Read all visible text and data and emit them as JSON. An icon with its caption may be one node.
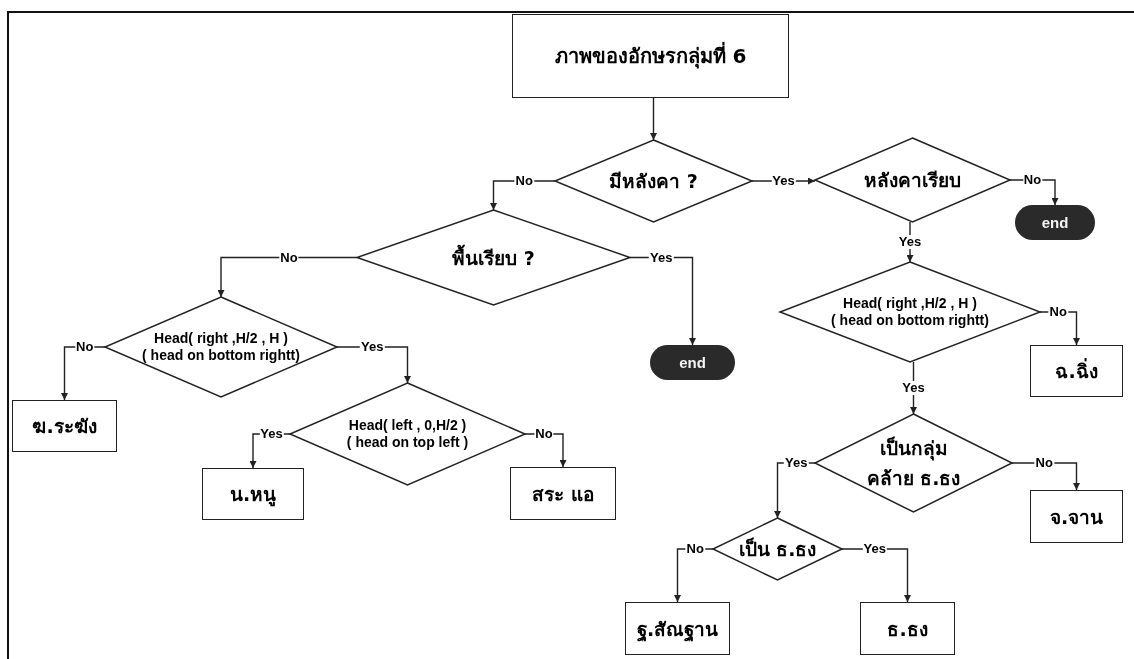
{
  "diagram": {
    "nodes": [
      {
        "text": [
          "ภาพของอักษรกลุ่มที่ 6"
        ]
      },
      {
        "text": [
          "มีหลังคา ?"
        ]
      },
      {
        "text": [
          "หลังคาเรียบ"
        ]
      },
      {
        "text": [
          "end"
        ]
      },
      {
        "text": [
          "พื้นเรียบ ?"
        ]
      },
      {
        "text": [
          "end"
        ]
      },
      {
        "text": [
          "Head( right ,H/2 , H )",
          "( head on bottom rightt)"
        ]
      },
      {
        "text": [
          "ฆ.ระฆัง"
        ]
      },
      {
        "text": [
          "Head( left , 0,H/2 )",
          "( head on top left )"
        ]
      },
      {
        "text": [
          "น.หนู"
        ]
      },
      {
        "text": [
          "สระ แอ"
        ]
      },
      {
        "text": [
          "Head( right ,H/2 , H )",
          "( head on bottom rightt)"
        ]
      },
      {
        "text": [
          "ฉ.ฉิ่ง"
        ]
      },
      {
        "text": [
          "เป็นกลุ่ม คล้าย ธ.ธง"
        ]
      },
      {
        "text": [
          "จ.จาน"
        ]
      },
      {
        "text": [
          "เป็น ธ.ธง"
        ]
      },
      {
        "text": [
          "ฐ.สัณฐาน"
        ]
      },
      {
        "text": [
          "ธ.ธง"
        ]
      }
    ],
    "edges": [
      {
        "from": 0,
        "to": 1,
        "arrow": "to"
      },
      {
        "from": 1,
        "to": 4,
        "arrow": "to",
        "label": "No"
      },
      {
        "from": 1,
        "to": 2,
        "arrow": "to",
        "label": "Yes"
      },
      {
        "from": 2,
        "to": 3,
        "arrow": "to",
        "label": "No"
      },
      {
        "from": 2,
        "to": 11,
        "arrow": "to",
        "label": "Yes"
      },
      {
        "from": 4,
        "to": 6,
        "arrow": "to",
        "label": "No"
      },
      {
        "from": 4,
        "to": 5,
        "arrow": "to",
        "label": "Yes"
      },
      {
        "from": 6,
        "to": 7,
        "arrow": "to",
        "label": "No"
      },
      {
        "from": 6,
        "to": 8,
        "arrow": "to",
        "label": "Yes"
      },
      {
        "from": 8,
        "to": 9,
        "arrow": "to",
        "label": "Yes"
      },
      {
        "from": 8,
        "to": 10,
        "arrow": "to",
        "label": "No"
      },
      {
        "from": 11,
        "to": 12,
        "arrow": "to",
        "label": "No"
      },
      {
        "from": 11,
        "to": 13,
        "arrow": "to",
        "label": "Yes"
      },
      {
        "from": 13,
        "to": 15,
        "arrow": "to",
        "label": "Yes"
      },
      {
        "from": 13,
        "to": 14,
        "arrow": "to",
        "label": "No"
      },
      {
        "from": 15,
        "to": 16,
        "arrow": "to",
        "label": "No"
      },
      {
        "from": 15,
        "to": 17,
        "arrow": "to",
        "label": "Yes"
      }
    ]
  }
}
